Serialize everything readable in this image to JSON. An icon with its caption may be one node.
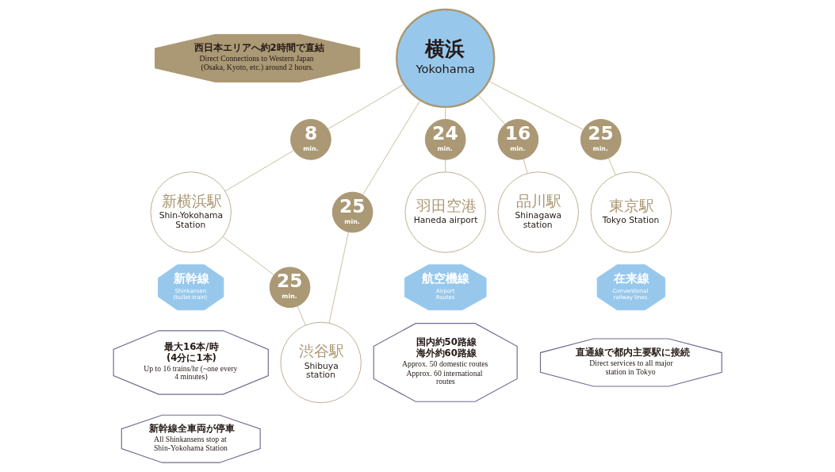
{
  "diagram": {
    "nodes": [
      {
        "text": [
          "横浜",
          "Yokohama"
        ]
      },
      {
        "text": [
          "西日本エリアへ約2時間で直結",
          "Direct Connections to Western Japan (Osaka, Kyoto, etc.) around 2 hours."
        ]
      },
      {
        "text": [
          "8",
          "min."
        ]
      },
      {
        "text": [
          "新横浜駅",
          "Shin-Yokohama Station"
        ]
      },
      {
        "text": [
          "新幹線",
          "Shinkansen (bullet-train)"
        ]
      },
      {
        "text": [
          "最大16本/時",
          "(4分に1本)",
          "Up to 16 trains/hr (~one every 4 minutes)"
        ]
      },
      {
        "text": [
          "新幹線全車両が停車",
          "All Shinkansens stop at Shin-Yokohama Station"
        ]
      },
      {
        "text": [
          "25",
          "min."
        ]
      },
      {
        "text": [
          "24",
          "min."
        ]
      },
      {
        "text": [
          "16",
          "min."
        ]
      },
      {
        "text": [
          "25",
          "min."
        ]
      },
      {
        "text": [
          "25",
          "min."
        ]
      },
      {
        "text": [
          "渋谷駅",
          "Shibuya station"
        ]
      },
      {
        "text": [
          "羽田空港",
          "Haneda airport"
        ]
      },
      {
        "text": [
          "航空機線",
          "Airport Routes"
        ]
      },
      {
        "text": [
          "国内約50路線",
          "海外約60路線",
          "Approx. 50 domestic routes",
          "Approx. 60 international routes"
        ]
      },
      {
        "text": [
          "品川駅",
          "Shinagawa station"
        ]
      },
      {
        "text": [
          "東京駅",
          "Tokyo Station"
        ]
      },
      {
        "text": [
          "在来線",
          "Conventional railway lines"
        ]
      },
      {
        "text": [
          "直通線で都内主要駅に接続",
          "Direct services to all major station in Tokyo"
        ]
      }
    ],
    "edges": [
      {
        "from": 0,
        "to": 2,
        "arrow": "none"
      },
      {
        "from": 2,
        "to": 3,
        "arrow": "none"
      },
      {
        "from": 0,
        "to": 7,
        "arrow": "none"
      },
      {
        "from": 7,
        "to": 12,
        "arrow": "none"
      },
      {
        "from": 0,
        "to": 8,
        "arrow": "none"
      },
      {
        "from": 8,
        "to": 13,
        "arrow": "none"
      },
      {
        "from": 0,
        "to": 9,
        "arrow": "none"
      },
      {
        "from": 9,
        "to": 16,
        "arrow": "none"
      },
      {
        "from": 0,
        "to": 10,
        "arrow": "none"
      },
      {
        "from": 10,
        "to": 17,
        "arrow": "none"
      },
      {
        "from": 3,
        "to": 11,
        "arrow": "none"
      },
      {
        "from": 11,
        "to": 12,
        "arrow": "none"
      }
    ]
  }
}
